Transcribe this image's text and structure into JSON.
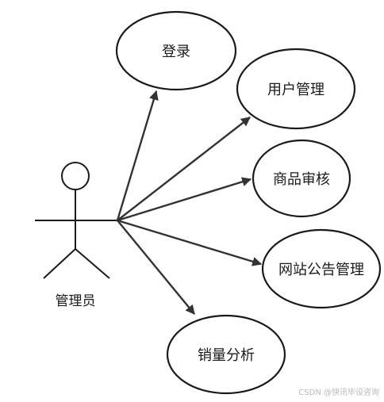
{
  "actor": {
    "name": "管理员"
  },
  "use_cases": [
    {
      "label": "登录"
    },
    {
      "label": "用户管理"
    },
    {
      "label": "商品审核"
    },
    {
      "label": "网站公告管理"
    },
    {
      "label": "销量分析"
    }
  ],
  "watermark": "CSDN @快讯毕设咨询"
}
